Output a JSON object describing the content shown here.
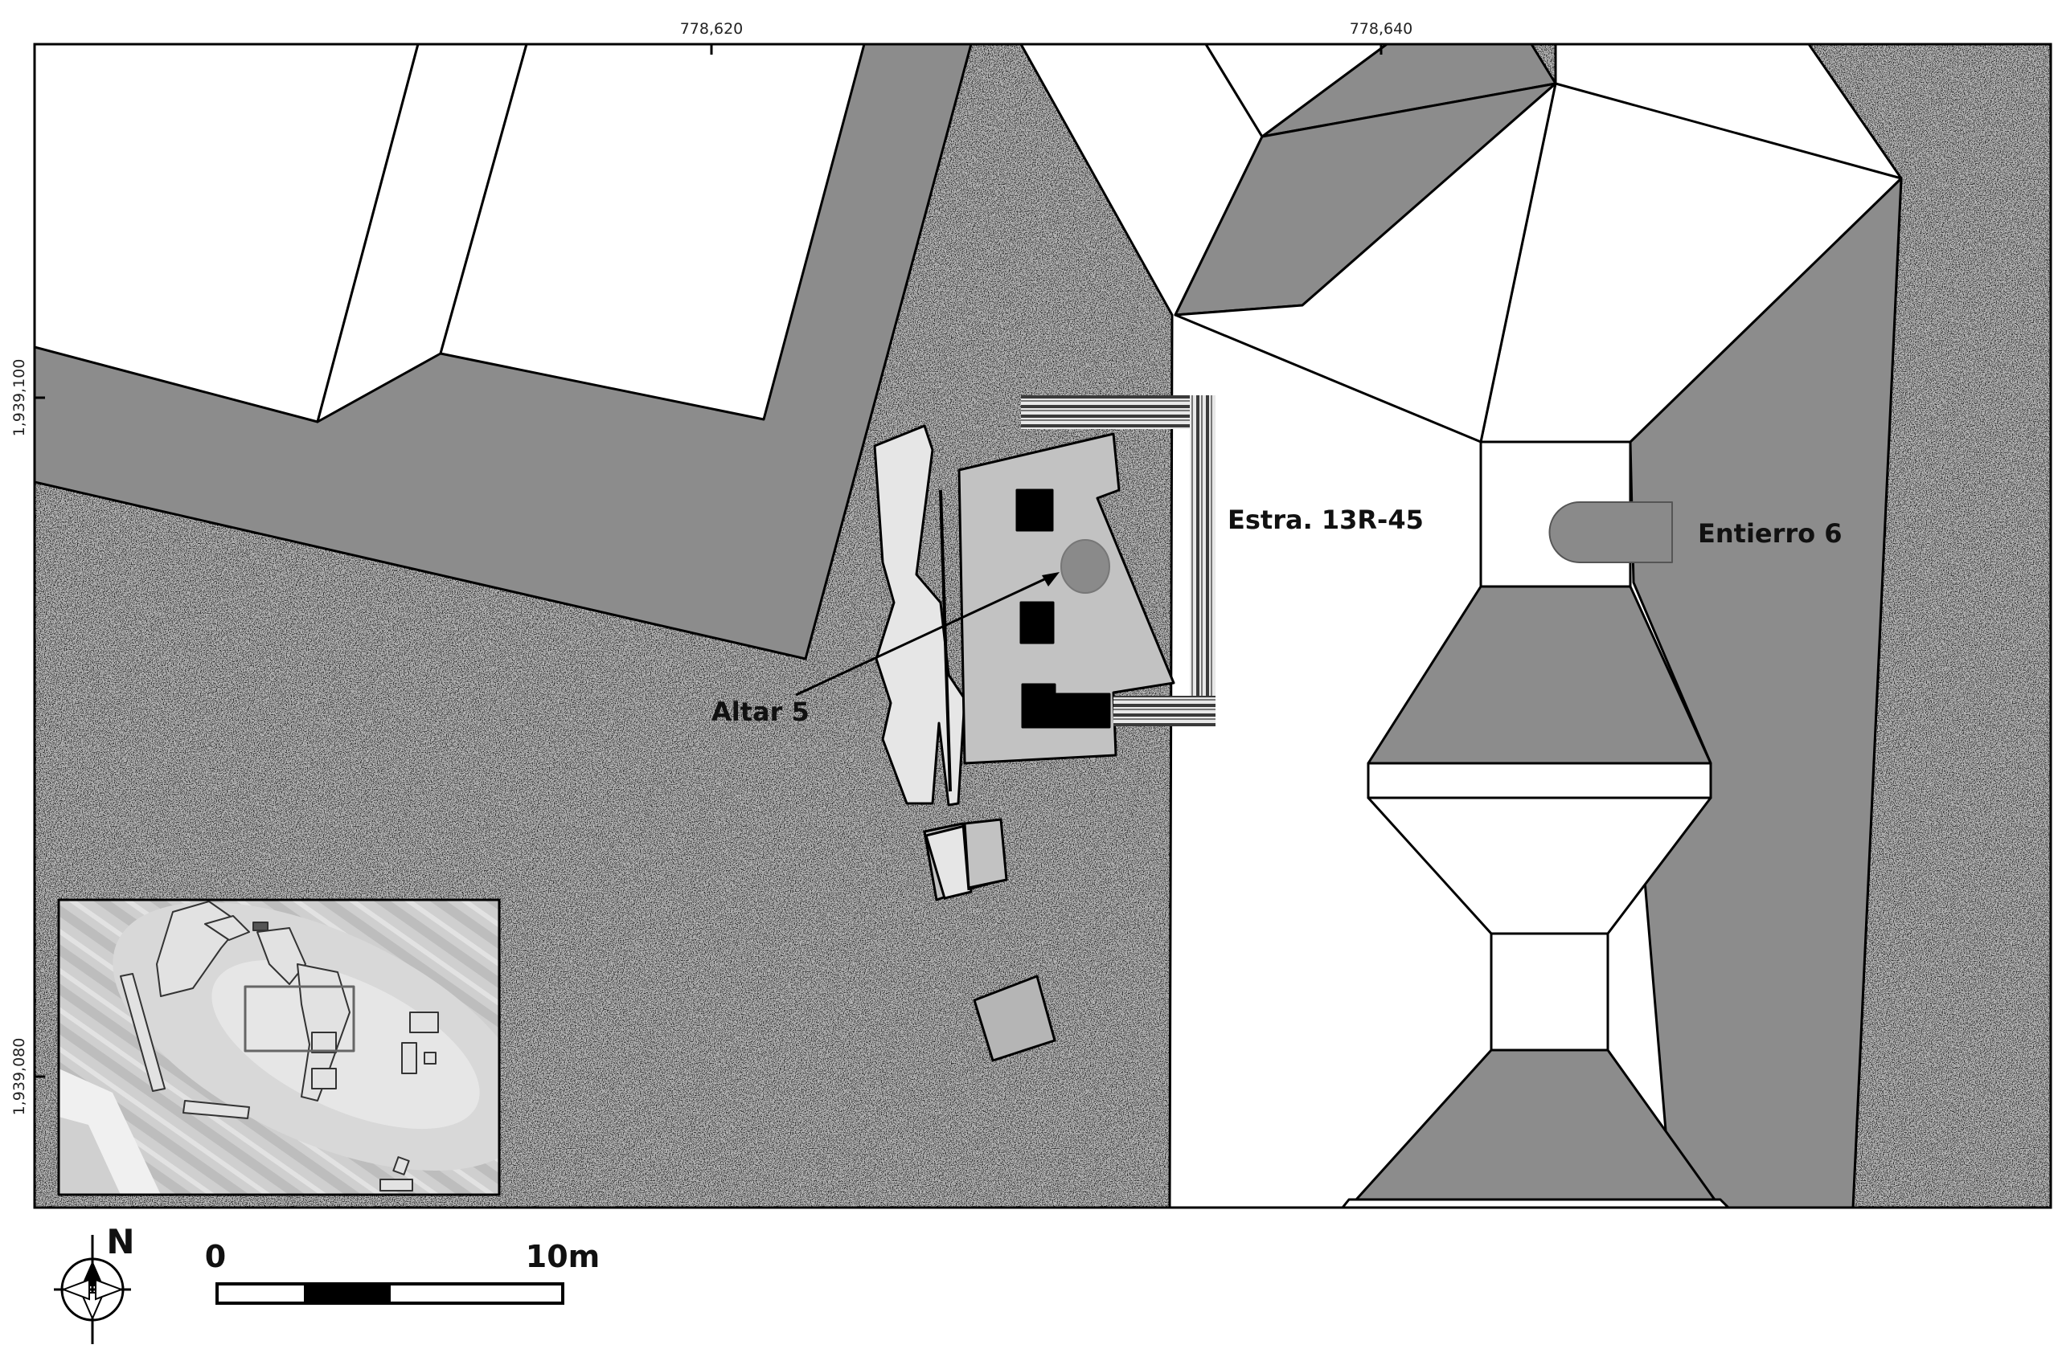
{
  "grid_coordinates": {
    "x_ticks": [
      "778,620",
      "778,640"
    ],
    "y_ticks": [
      "1,939,100",
      "1,939,080"
    ]
  },
  "labels": {
    "altar": "Altar 5",
    "structure": "Estra. 13R-45",
    "burial": "Entierro 6"
  },
  "scale_bar": {
    "start_label": "0",
    "end_label": "10m"
  },
  "north_arrow": {
    "label": "N",
    "icon": "compass-north-icon"
  },
  "colors": {
    "ground_base": "#b9b9b9",
    "building_dark": "#8c8c8c",
    "building_light": "#ffffff",
    "platform_mid": "#c2c2c2",
    "platform_pale": "#e6e6e6",
    "burial": "#8a8a8a",
    "outline": "#000000"
  }
}
